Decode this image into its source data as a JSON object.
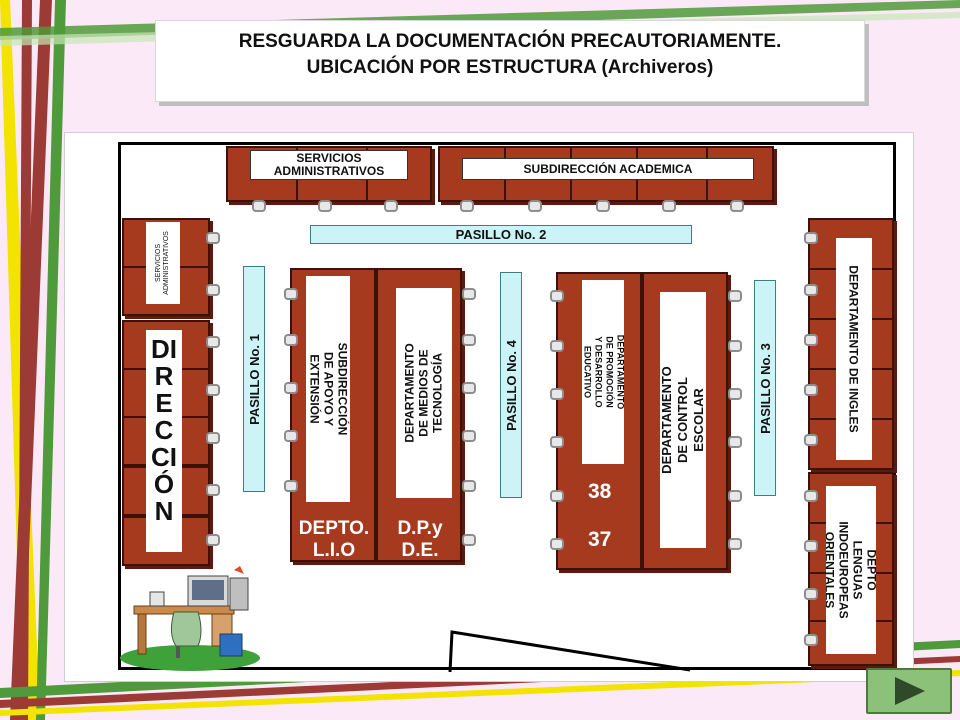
{
  "title": {
    "line1": "RESGUARDA LA DOCUMENTACIÓN PRECAUTORIAMENTE.",
    "line2": "UBICACIÓN POR ESTRUCTURA  (Archiveros)"
  },
  "plan": {
    "top_left_office": "SERVICIOS ADMINISTRATIVOS",
    "top_right_office": "SUBDIRECCIÓN ACADEMICA",
    "left_top_office": "SERVICIOS ADMINISTRATIVOS",
    "direccion": [
      "DI",
      "R",
      "E",
      "C",
      "CI",
      "Ó",
      "N"
    ],
    "pasillo1": "PASILLO  No. 1",
    "pasillo2": "PASILLO  No. 2",
    "pasillo3": "PASILLO  No. 3",
    "pasillo4": "PASILLO  No. 4",
    "subdireccion_apoyo": "SUBDIRECCIÓN DE APOYO Y EXTENSIÓN",
    "depto_medios": "DEPARTAMENTO DE MEDIOS DE TECNOLOGÍA",
    "depto_lio": "DEPTO. L.I.O",
    "dp_de": "D.P.y D.E.",
    "depto_promocion": "DEPARTAMENTO DE PROMOCIÓN Y DESARROLLO EDUCATIVO",
    "depto_control": "DEPARTAMENTO DE CONTROL ESCOLAR",
    "num38": "38",
    "num37": "37",
    "depto_ingles": "DEPARTAMENTO DE INGLES",
    "depto_lenguas": "DEPTO LENGUAS INDOEUROPEAS ORIENTALES"
  },
  "colors": {
    "desk": "#a63a1f",
    "pasillo": "#ccf3f6",
    "background": "#fbe9f7",
    "nav": "#8cc17a"
  },
  "icons": {
    "next": "play-arrow-icon",
    "clipart": "office-desk-icon"
  }
}
